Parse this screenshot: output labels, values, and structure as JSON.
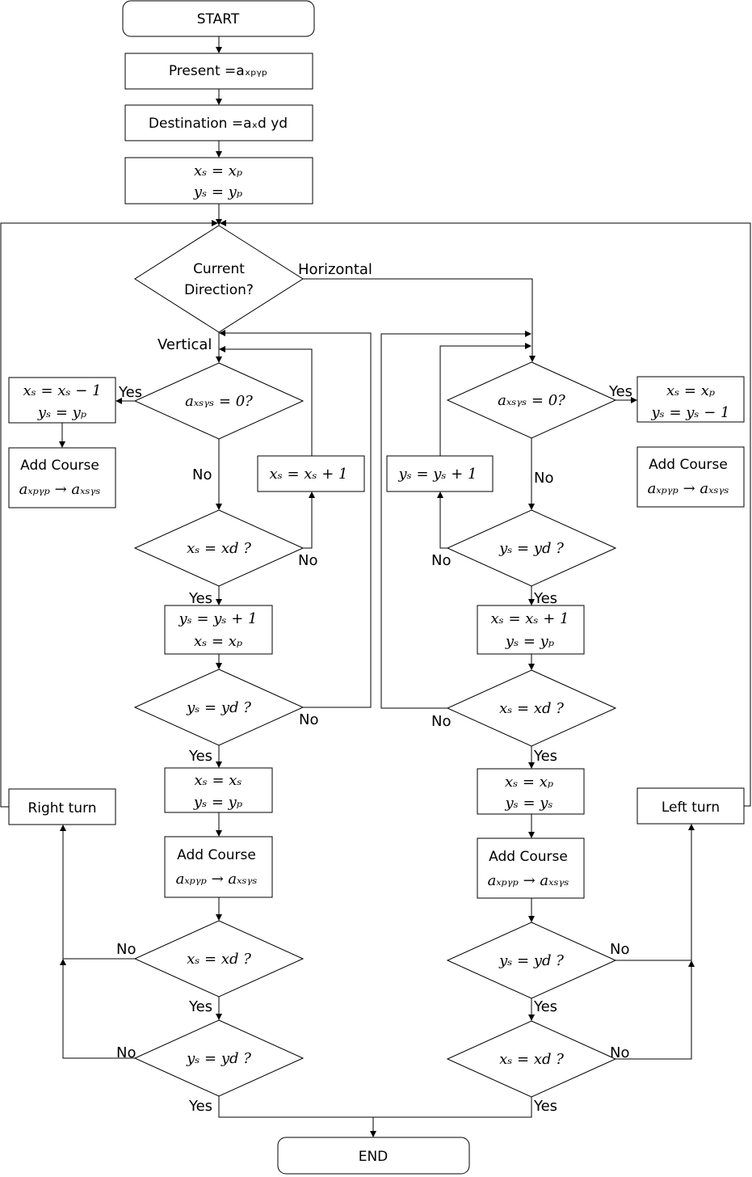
{
  "colors": {
    "stroke": "#000000",
    "background": "#ffffff"
  },
  "nodes": {
    "start": "START",
    "present": "Present =aₓₚᵧₚ",
    "destination": "Destination =aₓd yd",
    "init": [
      "xₛ = xₚ",
      "yₛ = yₚ"
    ],
    "current_direction": [
      "Current",
      "Direction?"
    ],
    "v_check": "aₓₛᵧₛ = 0?",
    "v_yes_box": [
      "xₛ = xₛ − 1",
      "yₛ = yₚ"
    ],
    "v_add_course_1": [
      "Add Course",
      "aₓₚᵧₚ → aₓₛᵧₛ"
    ],
    "v_inc_x": "xₛ = xₛ + 1",
    "v_xs_eq_xd": "xₛ = xd ?",
    "v_box_2": [
      "yₛ = yₛ + 1",
      "xₛ = xₚ"
    ],
    "v_ys_eq_yd": "yₛ = yd ?",
    "v_box_3": [
      "xₛ = xₛ",
      "yₛ = yₚ"
    ],
    "v_add_course_2": [
      "Add Course",
      "aₓₚᵧₚ → aₓₛᵧₛ"
    ],
    "v_final_x": "xₛ = xd ?",
    "v_final_y": "yₛ = yd ?",
    "right_turn": "Right turn",
    "h_check": "aₓₛᵧₛ = 0?",
    "h_yes_box": [
      "xₛ = xₚ",
      "yₛ = yₛ − 1"
    ],
    "h_add_course_1": [
      "Add Course",
      "aₓₚᵧₚ → aₓₛᵧₛ"
    ],
    "h_inc_y": "yₛ = yₛ + 1",
    "h_ys_eq_yd": "yₛ = yd ?",
    "h_box_2": [
      "xₛ = xₛ + 1",
      "yₛ = yₚ"
    ],
    "h_xs_eq_xd": "xₛ = xd ?",
    "h_box_3": [
      "xₛ = xₚ",
      "yₛ = yₛ"
    ],
    "h_add_course_2": [
      "Add Course",
      "aₓₚᵧₚ → aₓₛᵧₛ"
    ],
    "h_final_y": "yₛ = yd ?",
    "h_final_x": "xₛ = xd ?",
    "left_turn": "Left turn",
    "end": "END"
  },
  "edge_labels": {
    "horizontal": "Horizontal",
    "vertical": "Vertical",
    "yes": "Yes",
    "no": "No"
  }
}
